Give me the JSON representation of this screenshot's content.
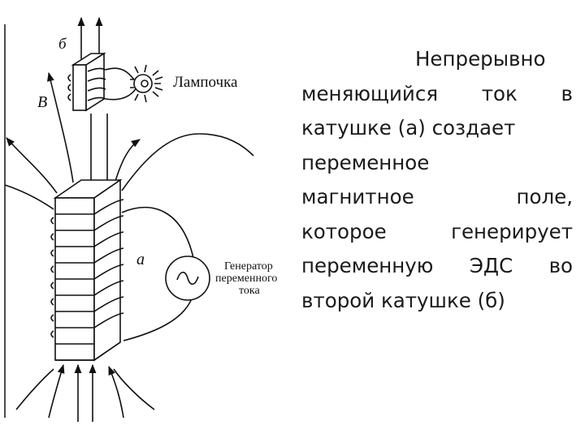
{
  "diagram": {
    "labels": {
      "coil_b": "б",
      "field_b": "B",
      "lamp": "Лампочка",
      "coil_a": "а",
      "generator_line1": "Генератор",
      "generator_line2": "переменного",
      "generator_line3": "тока",
      "ac_symbol": "~"
    },
    "colors": {
      "ink": "#111111",
      "background": "#ffffff"
    }
  },
  "caption": {
    "lines": [
      "Непрерывно",
      "меняющийся ток в",
      "катушке (а) создает",
      "переменное",
      "магнитное поле,",
      "которое генерирует",
      "переменную ЭДС во",
      "второй катушке (б)"
    ]
  }
}
